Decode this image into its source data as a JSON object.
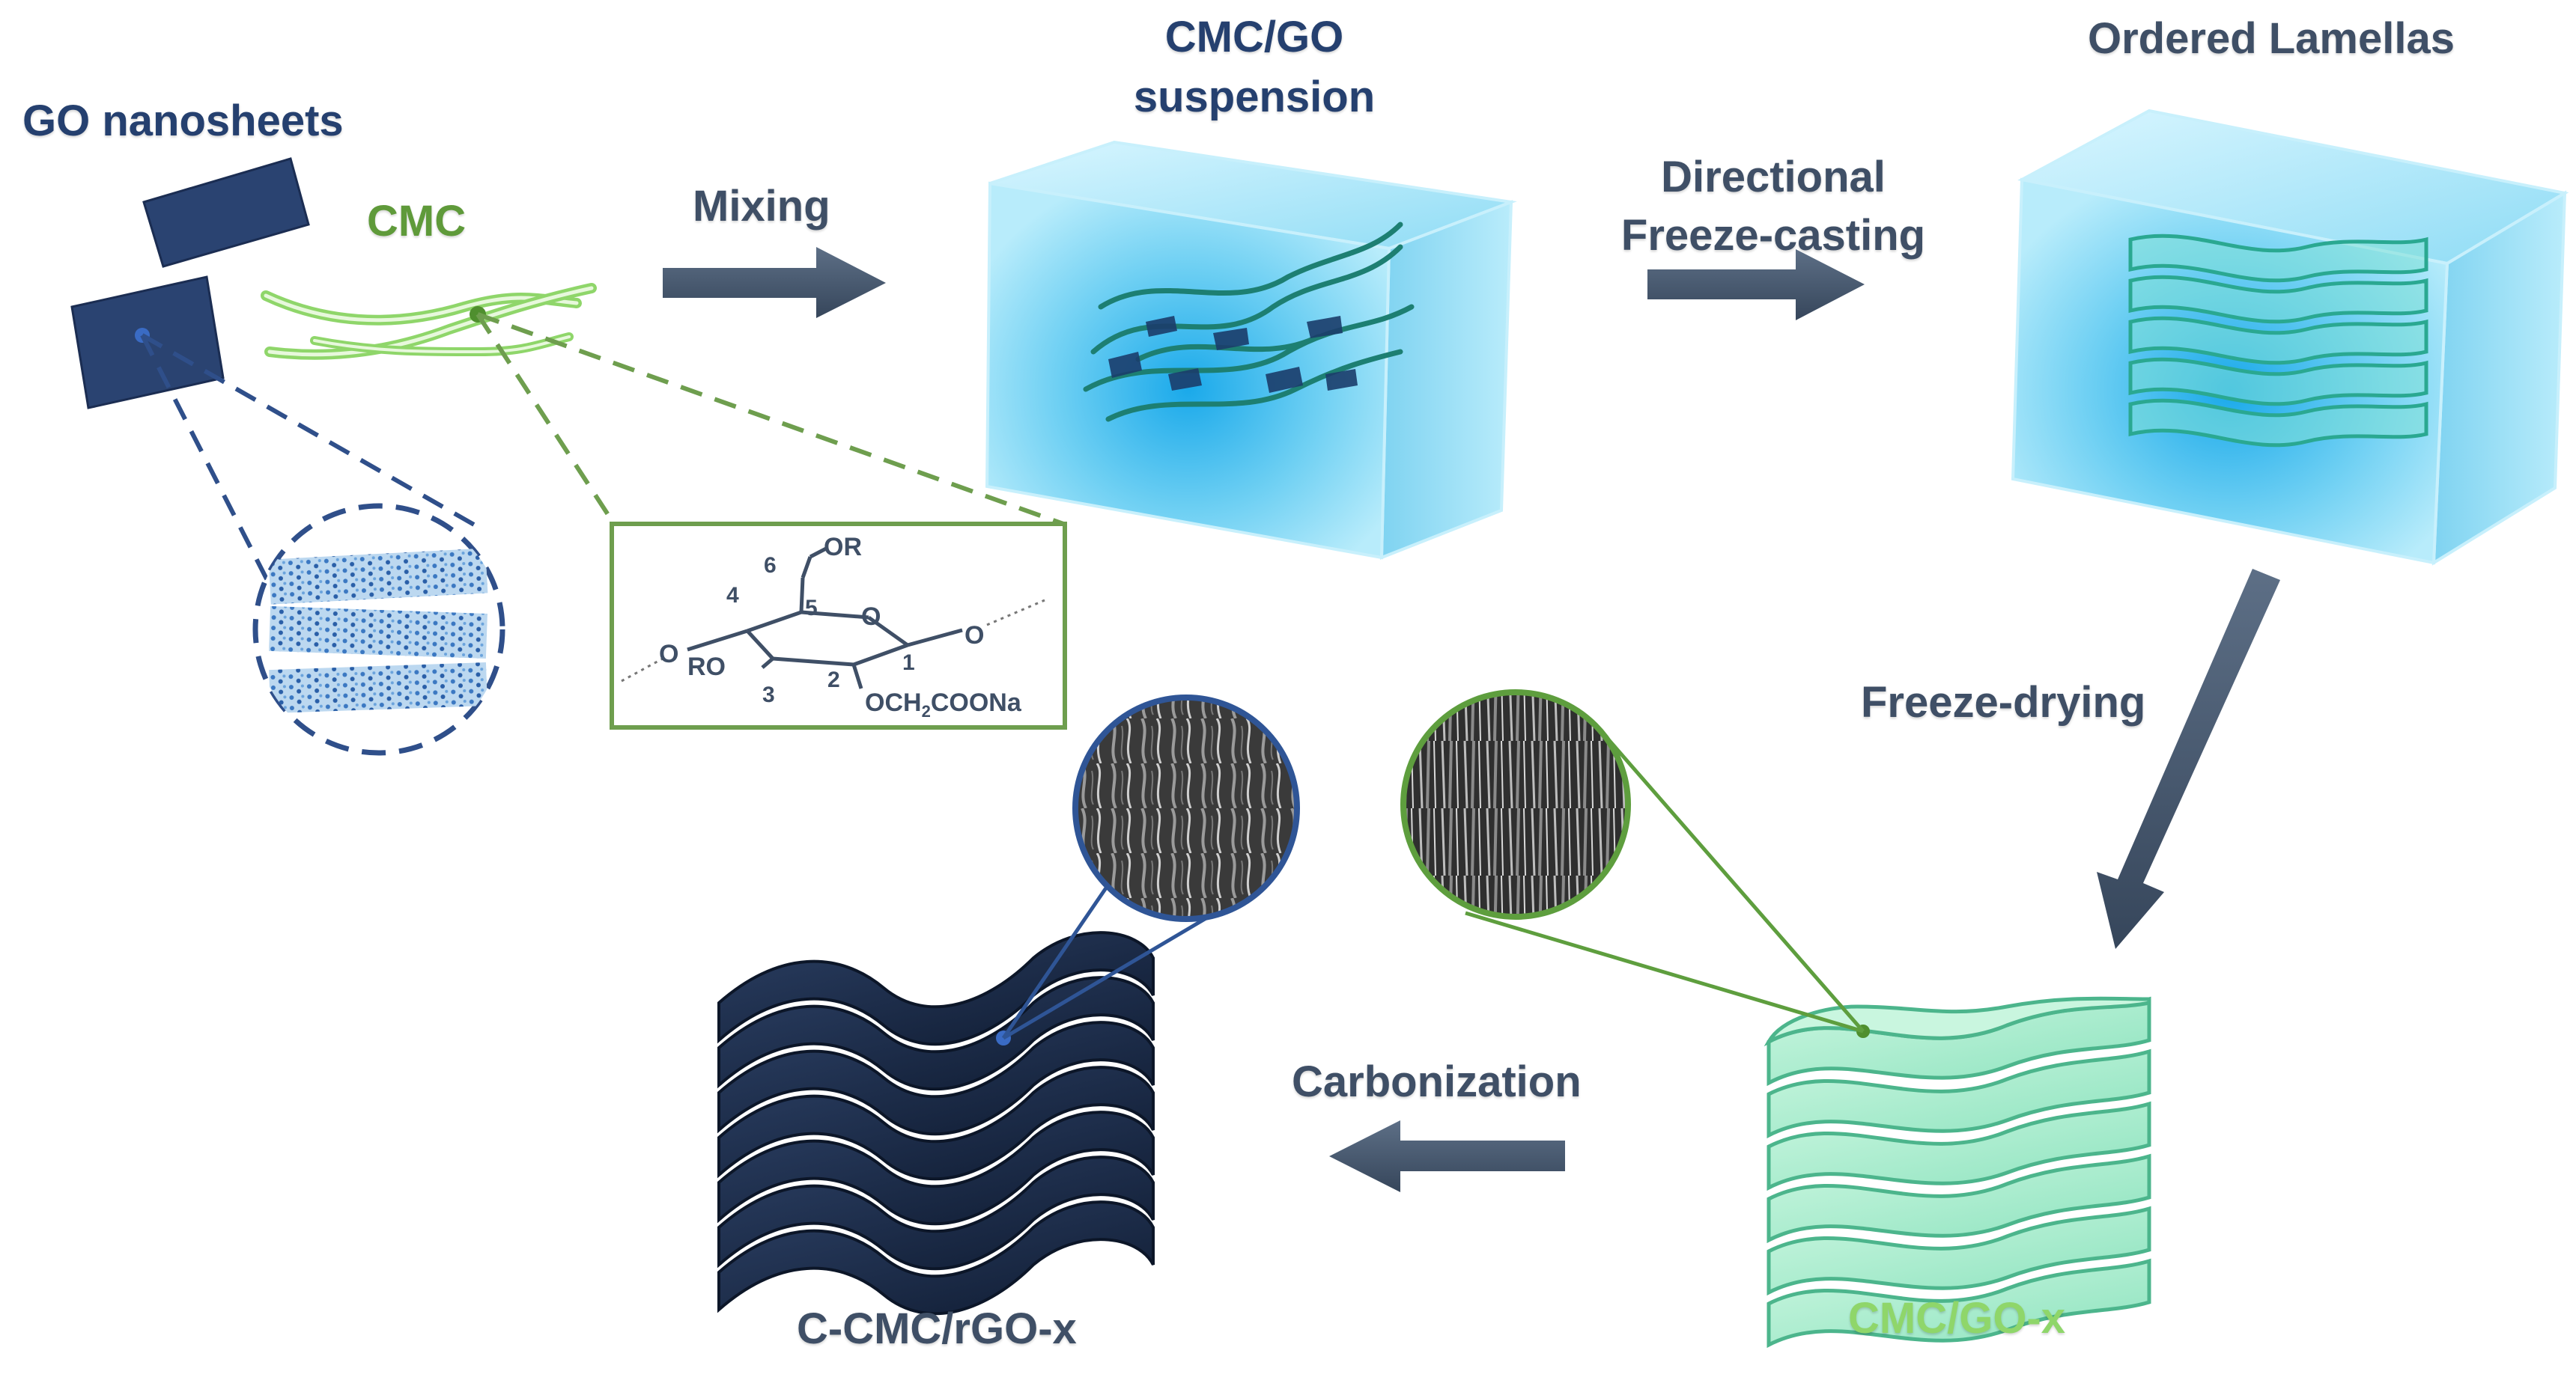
{
  "colors": {
    "navy": "#25406f",
    "cmc_green": "#5f9a3a",
    "light_green": "#8fd66a",
    "arrow": "#3f4f66",
    "ice_blue": "#5cc9ef",
    "sheet_green": "#98e8c6",
    "carbon_dark": "#16243f",
    "text_dark": "#3f4f66"
  },
  "labels": {
    "go_nanosheets": "GO nanosheets",
    "cmc": "CMC",
    "suspension_line1": "CMC/GO",
    "suspension_line2": "suspension",
    "ordered_lamellas": "Ordered Lamellas",
    "mixing": "Mixing",
    "directional_line1": "Directional",
    "directional_line2": "Freeze-casting",
    "freeze_drying": "Freeze-drying",
    "carbonization": "Carbonization",
    "cmc_go_x": "CMC/GO-x",
    "c_cmc_rgo_x": "C-CMC/rGO-x"
  },
  "chemical_structure": {
    "or_top": "OR",
    "ring_o": "O",
    "left_o": "O",
    "right_o": "O",
    "ro": "RO",
    "substituent_prefix": "OCH",
    "substituent_sub": "2",
    "substituent_suffix": "COONa",
    "n1": "1",
    "n2": "2",
    "n3": "3",
    "n4": "4",
    "n5": "5",
    "n6": "6"
  }
}
